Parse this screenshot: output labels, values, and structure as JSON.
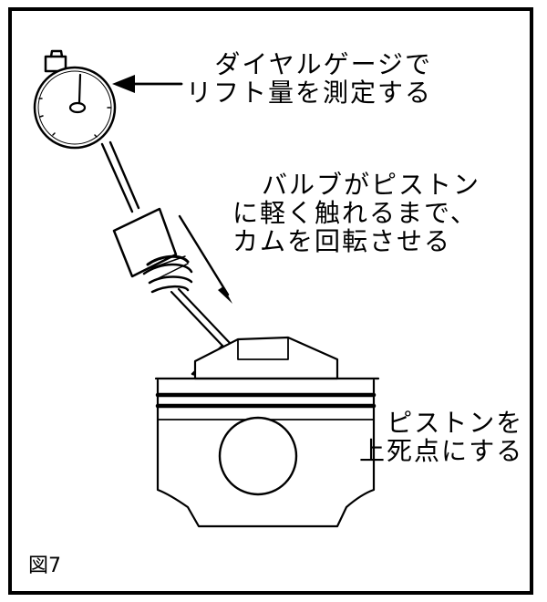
{
  "callouts": {
    "dial_gauge": {
      "line1": "ダイヤルゲージで",
      "line2": "リフト量を測定する"
    },
    "valve_cam": {
      "line1": "バルブがピストン",
      "line2": "に軽く触れるまで、",
      "line3": "カムを回転させる"
    },
    "piston": {
      "line1": "ピストンを",
      "line2": "上死点にする"
    }
  },
  "figure": {
    "label": "図7"
  },
  "colors": {
    "ink": "#000000",
    "background": "#ffffff"
  }
}
